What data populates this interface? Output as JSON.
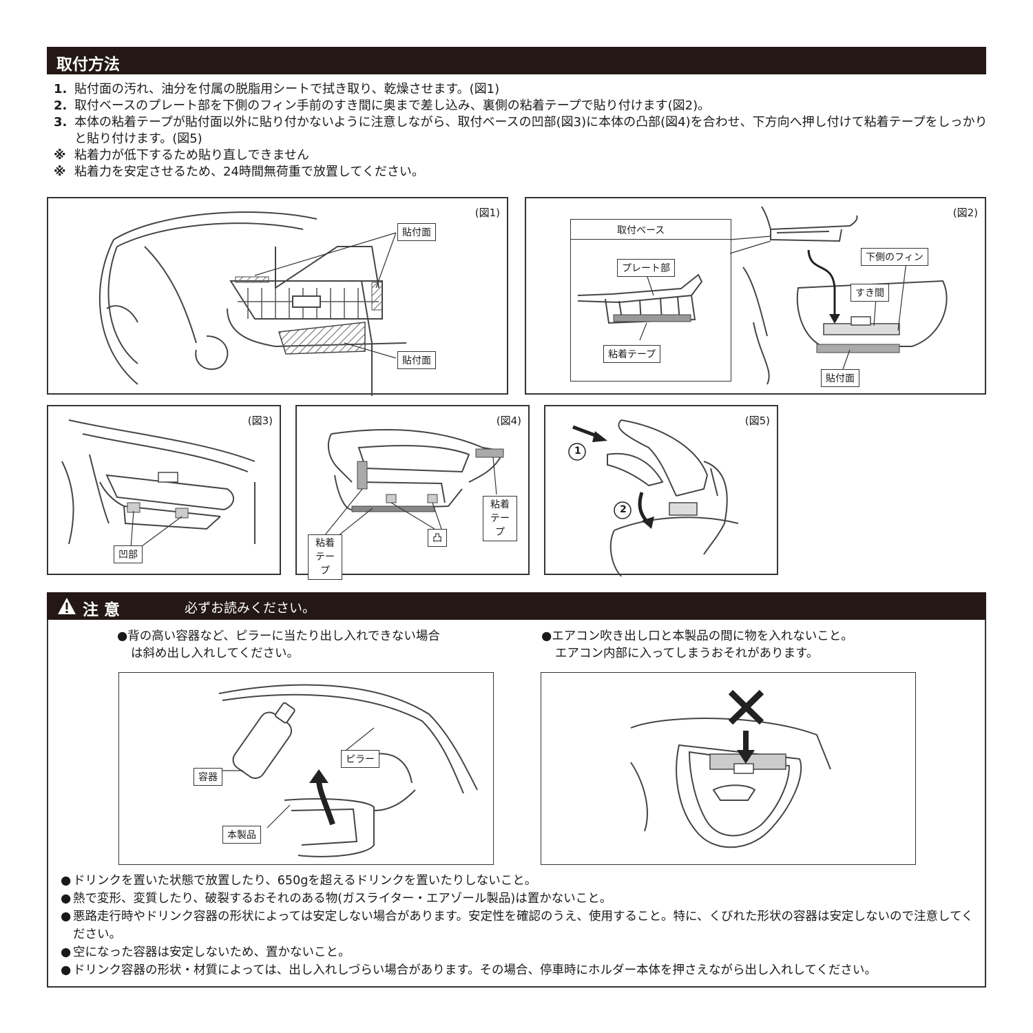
{
  "install": {
    "heading": "取付方法",
    "steps": [
      {
        "num": "1.",
        "text": "貼付面の汚れ、油分を付属の脱脂用シートで拭き取り、乾燥させます。(図1)"
      },
      {
        "num": "2.",
        "text": "取付ベースのプレート部を下側のフィン手前のすき間に奥まで差し込み、裏側の粘着テープで貼り付けます(図2)。"
      },
      {
        "num": "3.",
        "text": "本体の粘着テープが貼付面以外に貼り付かないように注意しながら、取付ベースの凹部(図3)に本体の凸部(図4)を合わせ、下方向へ押し付けて粘着テープをしっかりと貼り付けます。(図5)"
      },
      {
        "num": "※",
        "text": "粘着力が低下するため貼り直しできません"
      },
      {
        "num": "※",
        "text": "粘着力を安定させるため、24時間無荷重で放置してください。"
      }
    ]
  },
  "figures": {
    "fig1": {
      "label": "(図1)",
      "callout_top": "貼付面",
      "callout_bottom": "貼付面"
    },
    "fig2": {
      "label": "(図2)",
      "inset_title": "取付ベース",
      "plate": "プレート部",
      "tape": "粘着テープ",
      "lower_fin": "下側のフィン",
      "gap": "すき間",
      "surface": "貼付面"
    },
    "fig3": {
      "label": "(図3)",
      "recess": "凹部"
    },
    "fig4": {
      "label": "(図4)",
      "tape_right_1": "粘着",
      "tape_right_2": "テープ",
      "tape_left_1": "粘着",
      "tape_left_2": "テープ",
      "protrusion": "凸"
    },
    "fig5": {
      "label": "(図5)",
      "step1": "1",
      "step2": "2"
    }
  },
  "caution": {
    "title": "注 意",
    "subtitle": "必ずお読みください。",
    "left_note_1": "●背の高い容器など、ピラーに当たり出し入れできない場合",
    "left_note_2": "は斜め出し入れしてください。",
    "right_note_1": "●エアコン吹き出し口と本製品の間に物を入れないこと。",
    "right_note_2": "エアコン内部に入ってしまうおそれがあります。",
    "img_left": {
      "container": "容器",
      "pillar": "ピラー",
      "product": "本製品"
    },
    "bullets": [
      "ドリンクを置いた状態で放置したり、650gを超えるドリンクを置いたりしないこと。",
      "熱で変形、変質したり、破裂するおそれのある物(ガスライター・エアゾール製品)は置かないこと。",
      "悪路走行時やドリンク容器の形状によっては安定しない場合があります。安定性を確認のうえ、使用すること。特に、くびれた形状の容器は安定しないので注意してください。",
      "空になった容器は安定しないため、置かないこと。",
      "ドリンク容器の形状・材質によっては、出し入れしづらい場合があります。その場合、停車時にホルダー本体を押さえながら出し入れしてください。"
    ]
  }
}
